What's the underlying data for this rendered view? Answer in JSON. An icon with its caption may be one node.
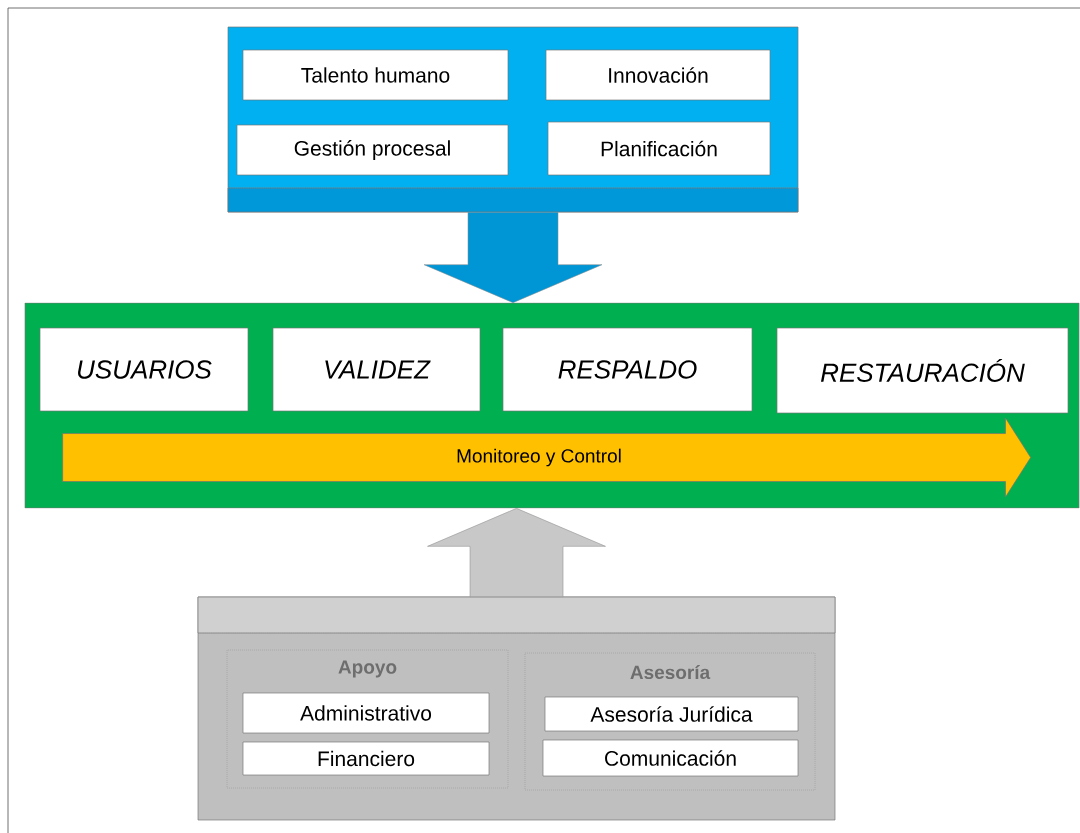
{
  "diagram": {
    "nodes": [
      {
        "text": [],
        "shape": "box"
      },
      {
        "text": [
          "Talento humano"
        ],
        "in": 0
      },
      {
        "text": [
          "Innovación"
        ],
        "in": 0
      },
      {
        "text": [
          "Gestión procesal"
        ],
        "in": 0
      },
      {
        "text": [
          "Planificación"
        ],
        "in": 0
      },
      {
        "text": [],
        "shape": "box"
      },
      {
        "text": [
          "USUARIOS"
        ],
        "in": 5
      },
      {
        "text": [
          "VALIDEZ"
        ],
        "in": 5
      },
      {
        "text": [
          "RESPALDO"
        ],
        "in": 5
      },
      {
        "text": [
          "RESTAURACIÓN"
        ],
        "in": 5
      },
      {
        "text": [
          "Monitoreo y Control"
        ],
        "in": 5
      },
      {
        "text": [],
        "shape": "box"
      },
      {
        "text": [
          "Apoyo"
        ],
        "in": 11
      },
      {
        "text": [
          "Administrativo"
        ],
        "in": 12
      },
      {
        "text": [
          "Financiero"
        ],
        "in": 12
      },
      {
        "text": [
          "Asesoría"
        ],
        "in": 11
      },
      {
        "text": [
          "Asesoría Jurídica"
        ],
        "in": 15
      },
      {
        "text": [
          "Comunicación"
        ],
        "in": 15
      }
    ],
    "edges": [
      {
        "from": 0,
        "to": 5,
        "arrow": "to",
        "color": "#0096d6"
      },
      {
        "from": 11,
        "to": 5,
        "arrow": "to",
        "color": "#c8c8c8"
      }
    ]
  }
}
